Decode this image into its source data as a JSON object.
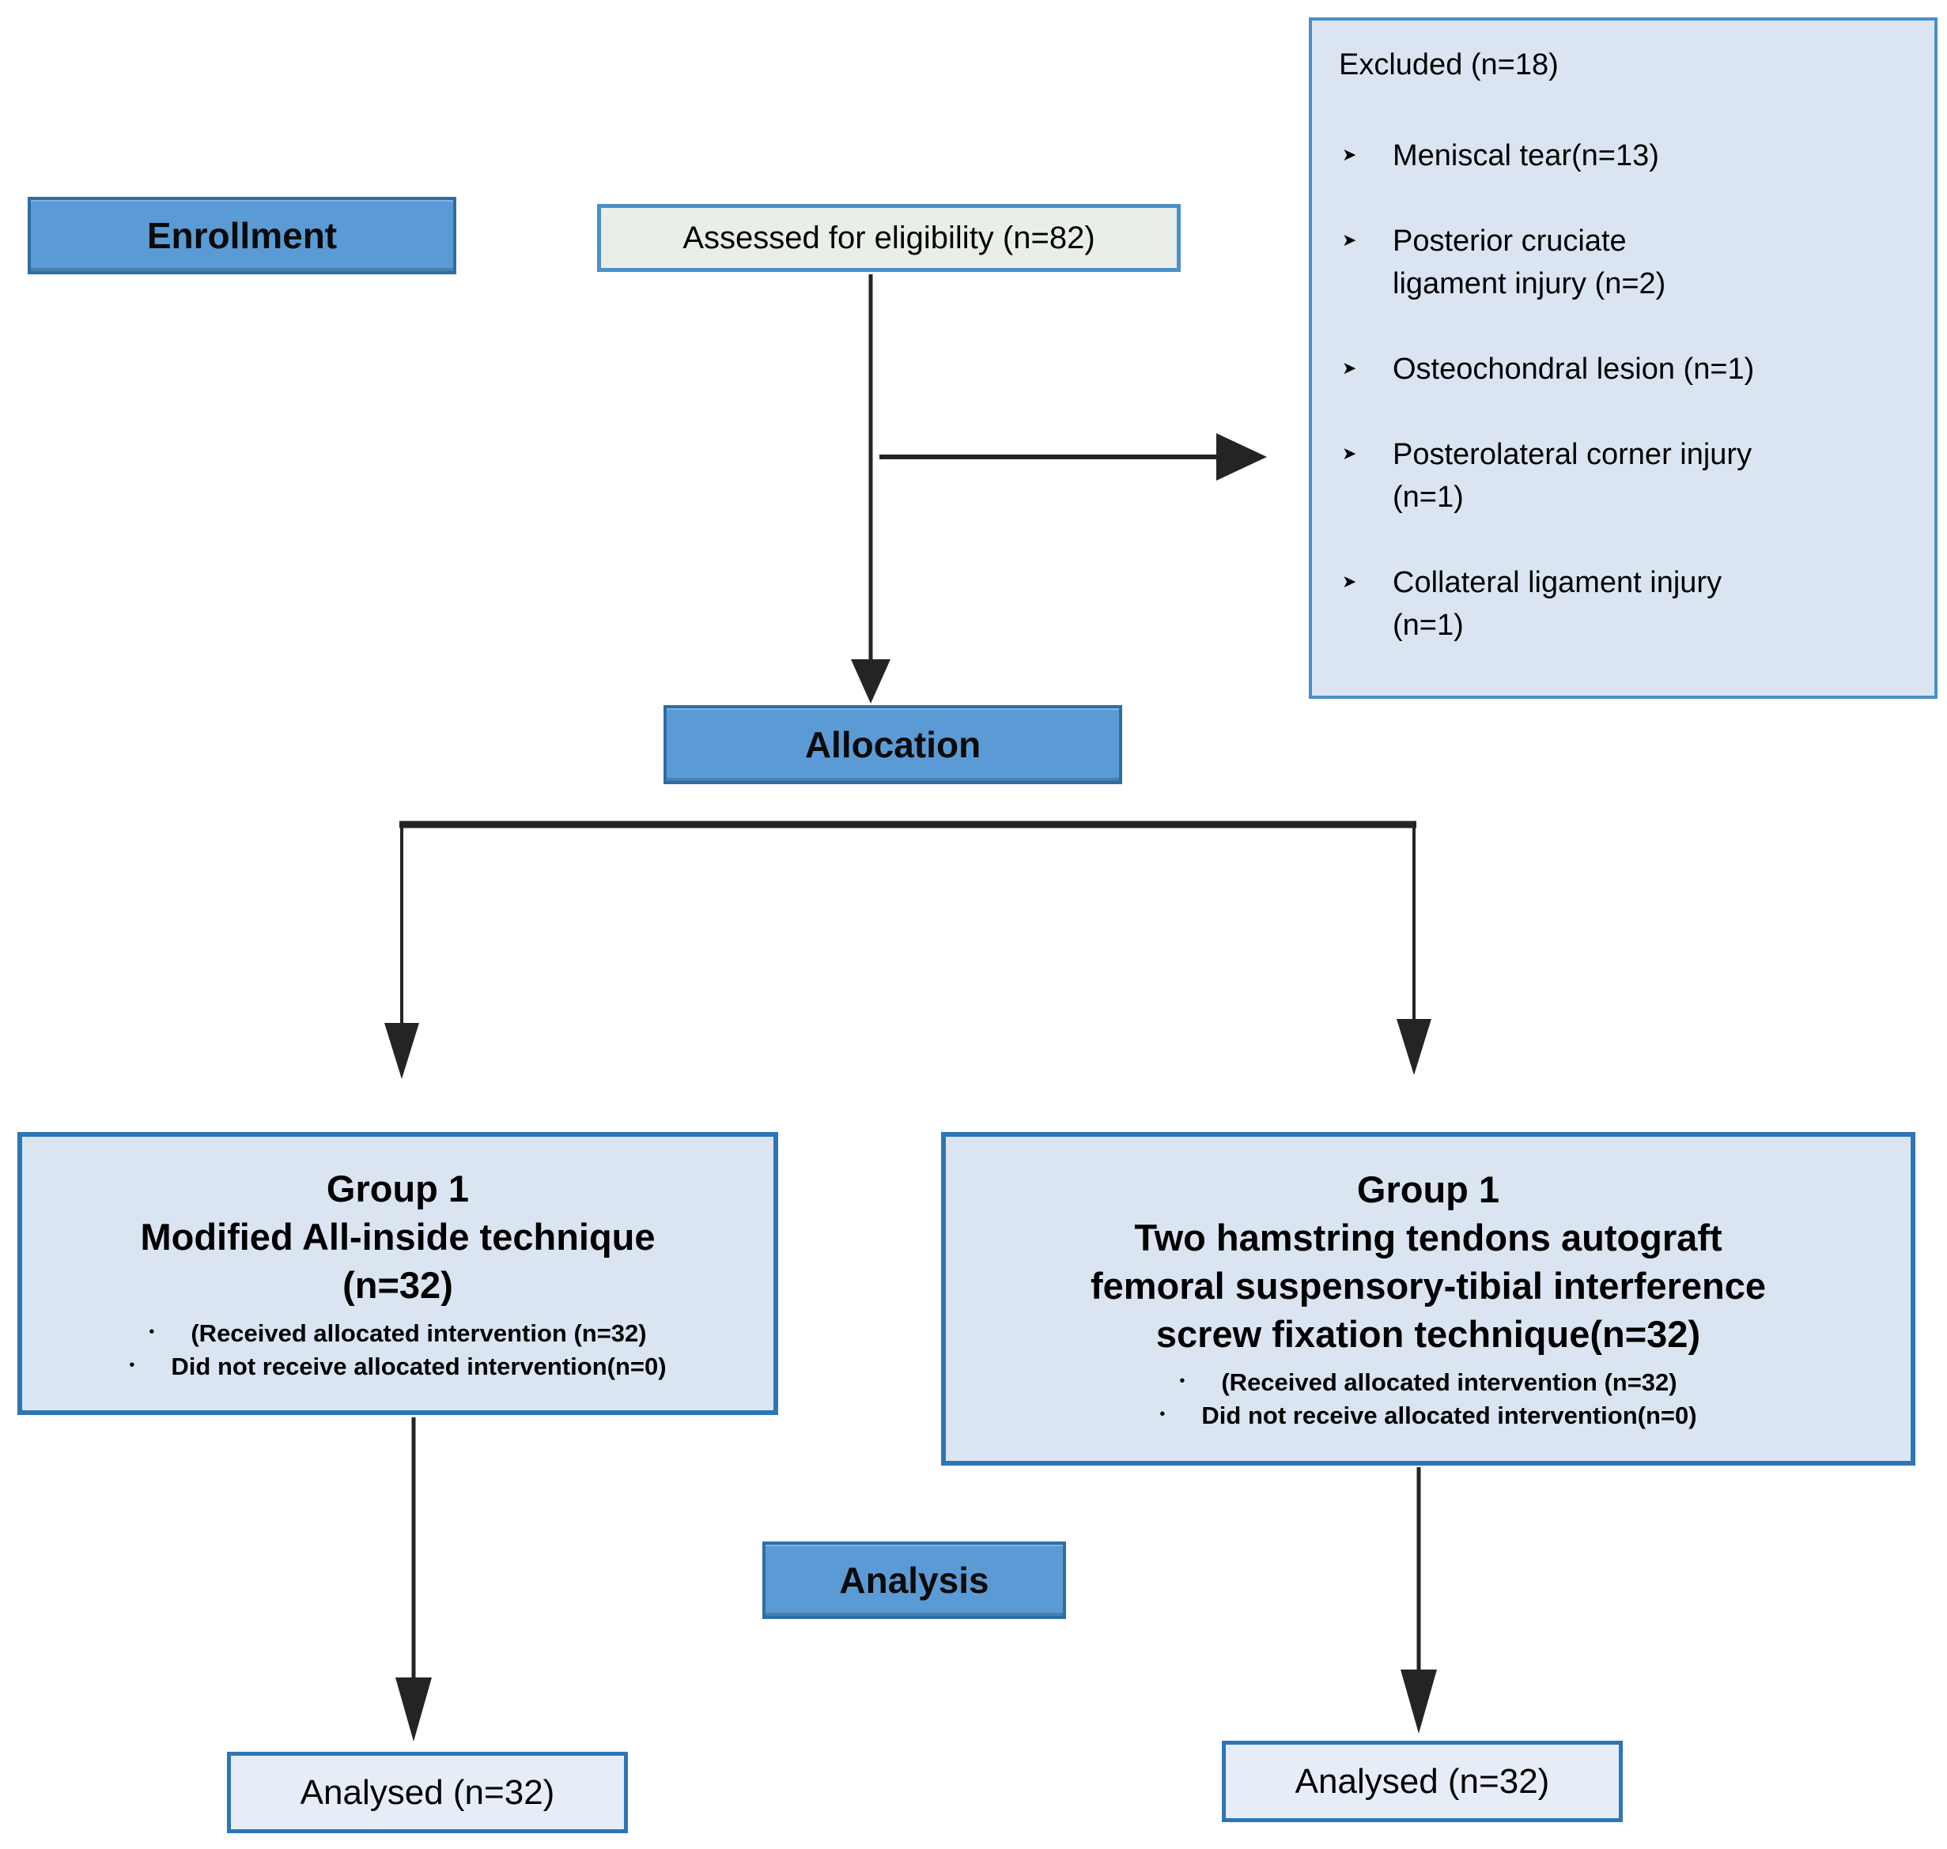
{
  "figure": {
    "type": "consort-flow-diagram",
    "phases": {
      "enrollment": "Enrollment",
      "allocation": "Allocation",
      "analysis": "Analysis"
    }
  },
  "assessed": {
    "label": "Assessed for eligibility (n=82)"
  },
  "excluded": {
    "title": "Excluded (n=18)",
    "bullet_icon": "➤",
    "items": [
      [
        "Meniscal tear(n=13)",
        ""
      ],
      [
        "Posterior cruciate",
        "ligament injury (n=2)"
      ],
      [
        "Osteochondral lesion (n=1)",
        ""
      ],
      [
        "Posterolateral corner injury",
        "(n=1)"
      ],
      [
        "Collateral ligament injury",
        "(n=1)"
      ]
    ]
  },
  "group_bullet_icon": "•",
  "groups": [
    {
      "title_lines": [
        "Group 1",
        "Modified All-inside technique",
        "(n=32)"
      ],
      "bullets": [
        "(Received allocated intervention (n=32)",
        "Did not receive allocated intervention(n=0)"
      ]
    },
    {
      "title_lines": [
        "Group 1",
        "Two hamstring tendons autograft",
        "femoral suspensory-tibial interference",
        "screw fixation technique(n=32)"
      ],
      "bullets": [
        "(Received allocated intervention (n=32)",
        "Did not receive allocated intervention(n=0)"
      ]
    }
  ],
  "analysed": [
    {
      "label": "Analysed (n=32)"
    },
    {
      "label": "Analysed (n=32)"
    }
  ],
  "colors": {
    "header_fill": "#5b9bd5",
    "header_border": "#2e6da4",
    "box_fill": "#dbe5f1",
    "box_border": "#2e75b6",
    "light_border": "#4a8fc7",
    "assessed_fill": "#e9efe8",
    "analysed_fill": "#e6edf6",
    "arrow": "#242424"
  }
}
